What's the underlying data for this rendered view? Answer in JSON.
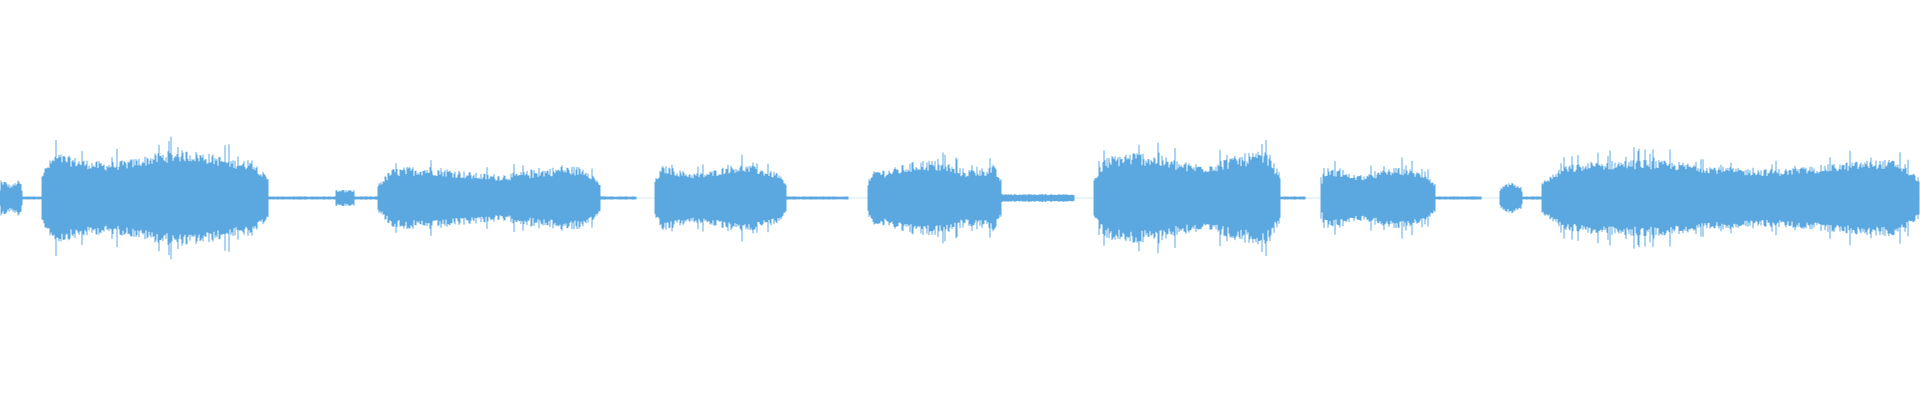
{
  "waveform": {
    "color": "#5ba8e0",
    "background": "#ffffff",
    "amplitude_peak": 1.0,
    "segments": [
      {
        "start": 0.0,
        "end": 0.012,
        "amp": 0.22,
        "ripple": 0.3
      },
      {
        "start": 0.012,
        "end": 0.022,
        "amp": 0.02,
        "ripple": 0.2
      },
      {
        "start": 0.022,
        "end": 0.14,
        "amp": 0.6,
        "ripple": 0.25
      },
      {
        "start": 0.14,
        "end": 0.175,
        "amp": 0.02,
        "ripple": 0.2
      },
      {
        "start": 0.175,
        "end": 0.185,
        "amp": 0.1,
        "ripple": 0.3
      },
      {
        "start": 0.185,
        "end": 0.197,
        "amp": 0.02,
        "ripple": 0.2
      },
      {
        "start": 0.197,
        "end": 0.313,
        "amp": 0.4,
        "ripple": 0.3
      },
      {
        "start": 0.313,
        "end": 0.332,
        "amp": 0.02,
        "ripple": 0.2
      },
      {
        "start": 0.341,
        "end": 0.41,
        "amp": 0.42,
        "ripple": 0.25
      },
      {
        "start": 0.41,
        "end": 0.442,
        "amp": 0.02,
        "ripple": 0.2
      },
      {
        "start": 0.452,
        "end": 0.522,
        "amp": 0.48,
        "ripple": 0.3
      },
      {
        "start": 0.522,
        "end": 0.56,
        "amp": 0.05,
        "ripple": 0.3
      },
      {
        "start": 0.57,
        "end": 0.667,
        "amp": 0.58,
        "ripple": 0.3
      },
      {
        "start": 0.667,
        "end": 0.68,
        "amp": 0.02,
        "ripple": 0.2
      },
      {
        "start": 0.688,
        "end": 0.748,
        "amp": 0.38,
        "ripple": 0.25
      },
      {
        "start": 0.748,
        "end": 0.772,
        "amp": 0.02,
        "ripple": 0.2
      },
      {
        "start": 0.781,
        "end": 0.793,
        "amp": 0.2,
        "ripple": 0.3
      },
      {
        "start": 0.793,
        "end": 0.803,
        "amp": 0.02,
        "ripple": 0.2
      },
      {
        "start": 0.803,
        "end": 1.0,
        "amp": 0.48,
        "ripple": 0.25
      }
    ]
  }
}
